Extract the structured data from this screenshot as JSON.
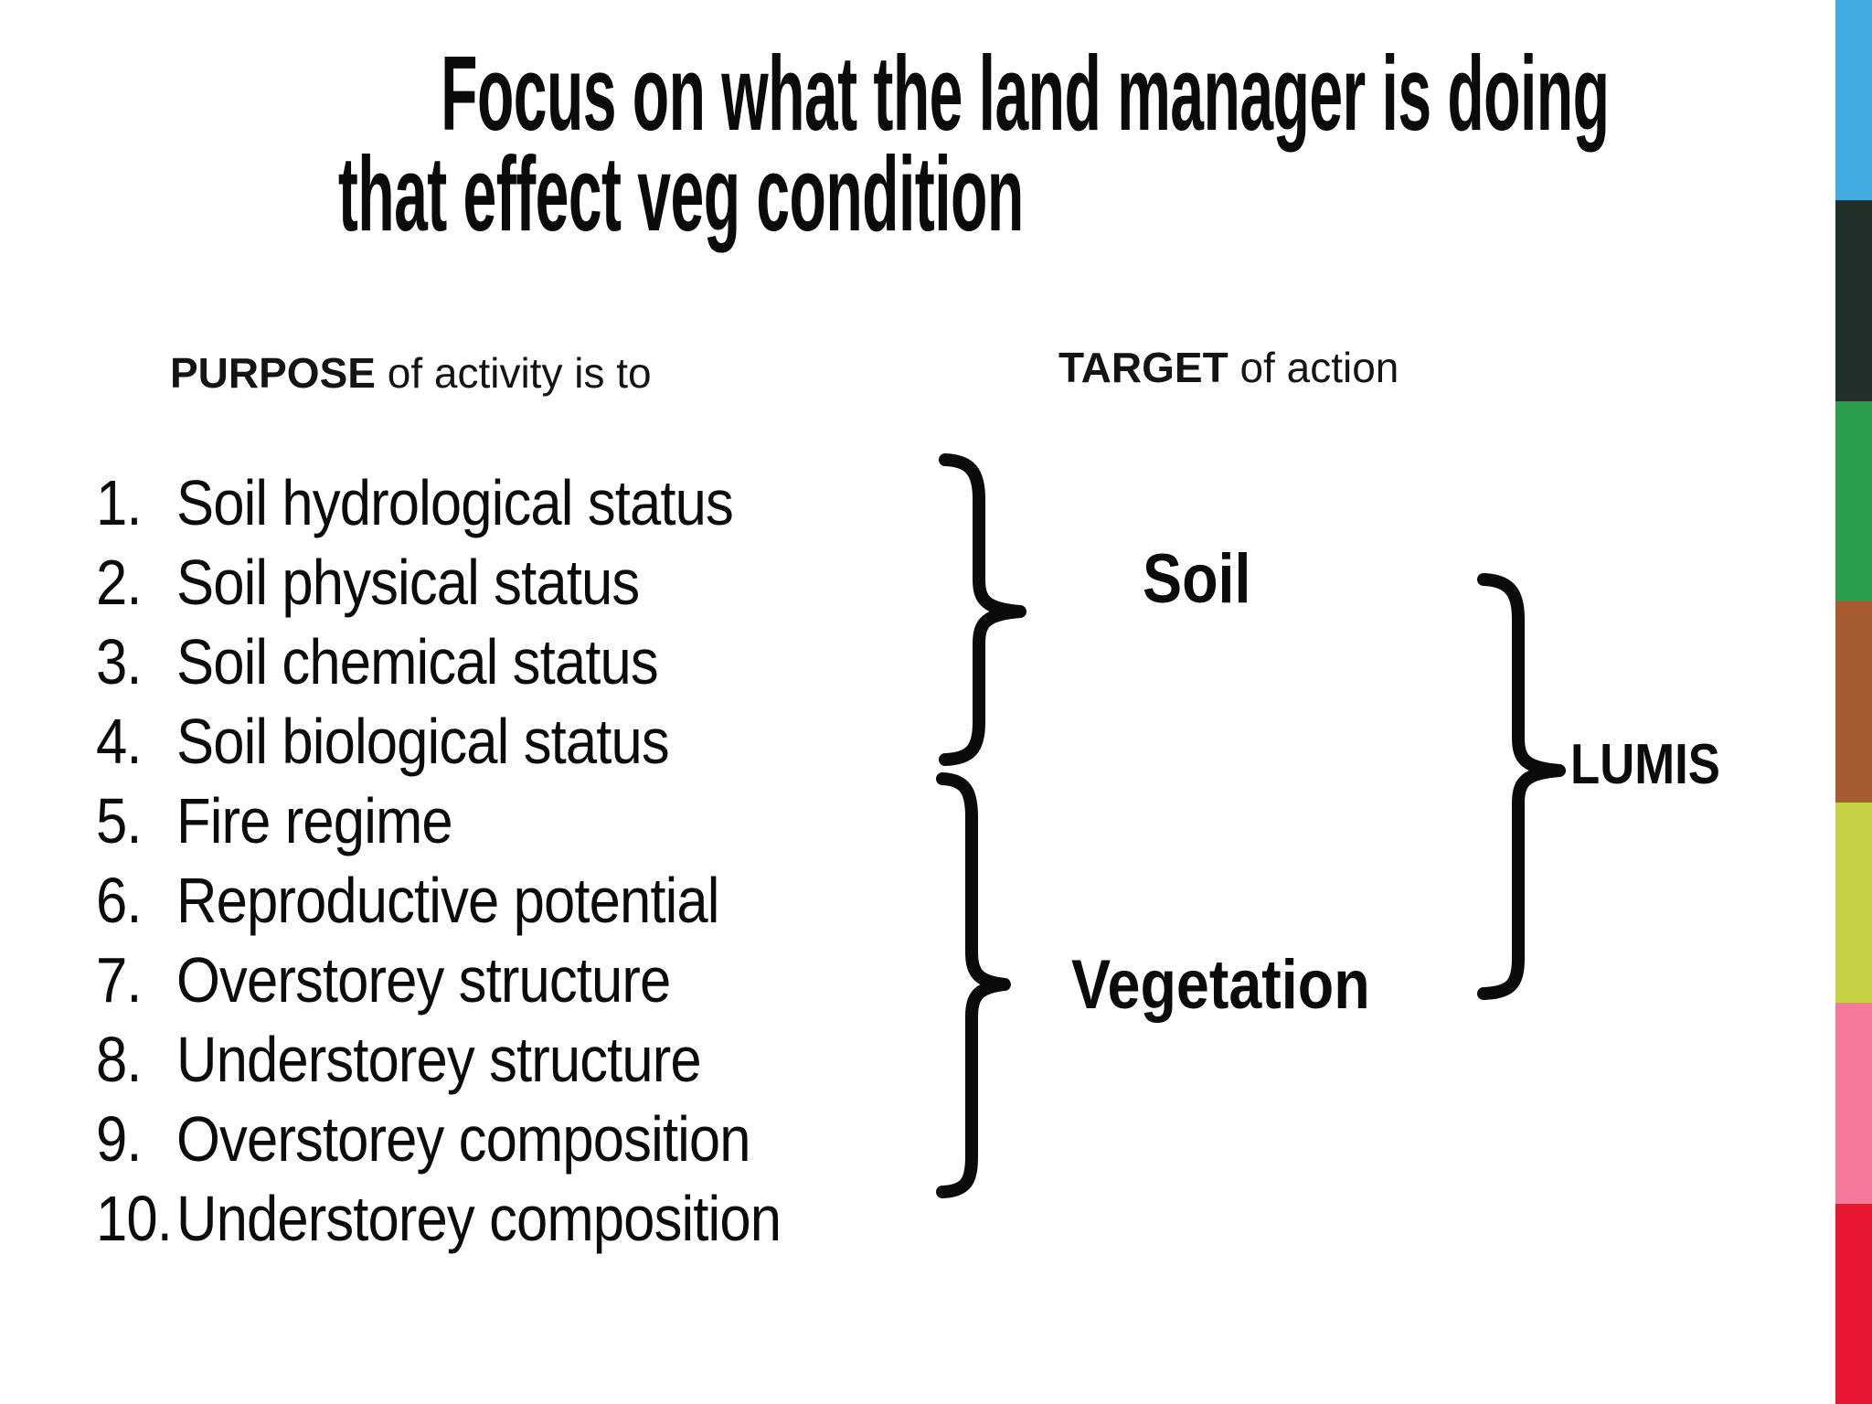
{
  "slide": {
    "title": {
      "line1": "Focus on what the land manager is doing",
      "line2": "that effect veg condition"
    },
    "purpose_header": {
      "keyword": "PURPOSE",
      "rest": " of activity is to"
    },
    "target_header": {
      "keyword": "TARGET",
      "rest": " of action"
    },
    "purpose_list": [
      {
        "num": "1.",
        "text": "Soil hydrological status"
      },
      {
        "num": "2.",
        "text": "Soil physical status"
      },
      {
        "num": "3.",
        "text": "Soil chemical status"
      },
      {
        "num": "4.",
        "text": "Soil biological status"
      },
      {
        "num": "5.",
        "text": "Fire regime"
      },
      {
        "num": "6.",
        "text": "Reproductive potential"
      },
      {
        "num": "7.",
        "text": "Overstorey structure"
      },
      {
        "num": "8.",
        "text": "Understorey structure"
      },
      {
        "num": "9.",
        "text": "Overstorey composition"
      },
      {
        "num": "10.",
        "text": "Understorey composition"
      }
    ],
    "soil_label": "Soil",
    "vegetation_label": "Vegetation",
    "lumis_label": "LUMIS"
  },
  "color_strip": {
    "segments": [
      {
        "name": "light-blue",
        "color": "#41ABDF"
      },
      {
        "name": "dark-green",
        "color": "#21312A"
      },
      {
        "name": "green",
        "color": "#2B9E4D"
      },
      {
        "name": "brown",
        "color": "#A65C30"
      },
      {
        "name": "yellow-green",
        "color": "#C6D243"
      },
      {
        "name": "pink",
        "color": "#F4799B"
      },
      {
        "name": "red",
        "color": "#E7172F"
      }
    ]
  }
}
